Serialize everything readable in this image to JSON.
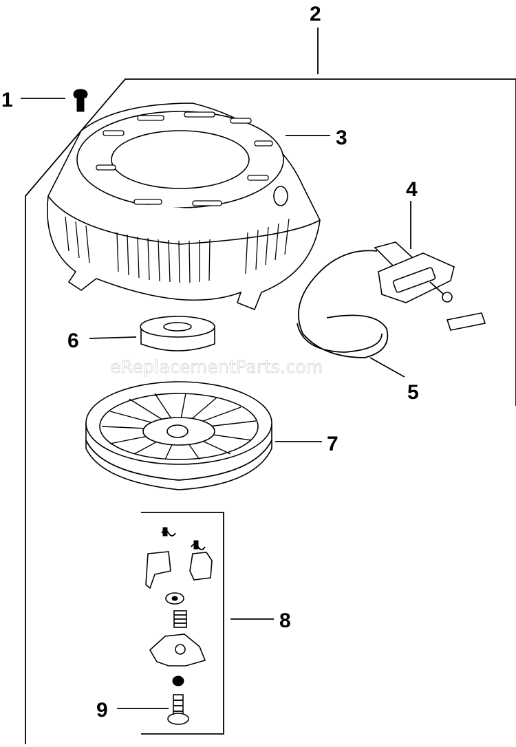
{
  "callouts": {
    "c1": "1",
    "c2": "2",
    "c3": "3",
    "c4": "4",
    "c5": "5",
    "c6": "6",
    "c7": "7",
    "c8": "8",
    "c9": "9"
  },
  "watermark": "eReplacementParts.com"
}
